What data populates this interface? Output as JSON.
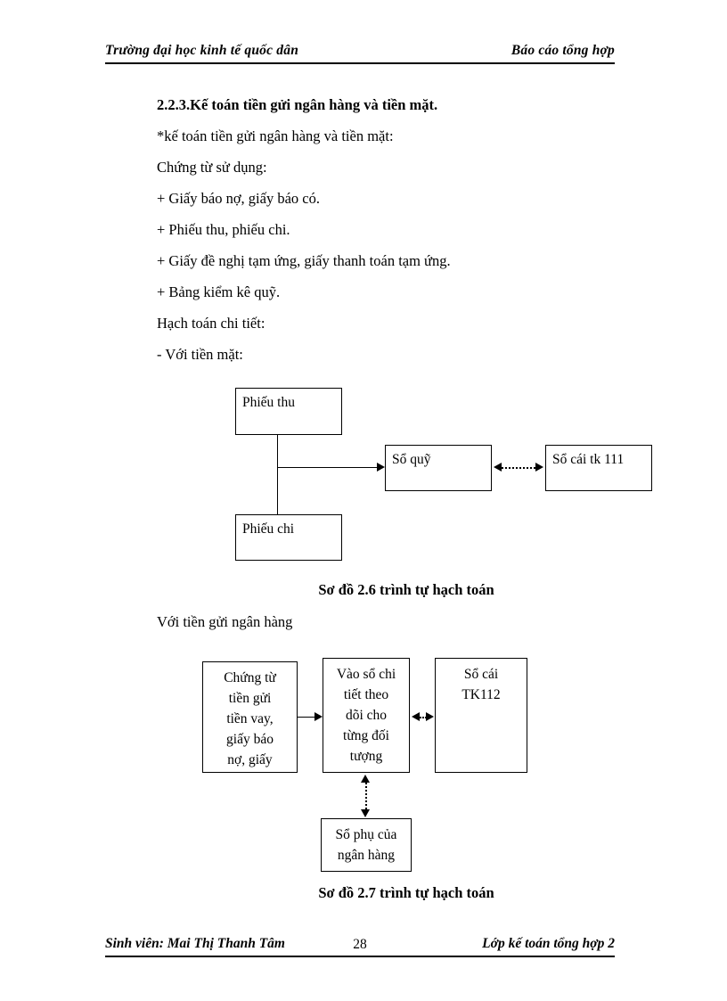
{
  "header": {
    "left": "Trường đại học kinh tế quốc dân",
    "right": "Báo cáo tổng hợp"
  },
  "body": {
    "lines": [
      "2.2.3.Kế toán tiền gửi ngân hàng và tiền mặt.",
      "*kế toán tiền gửi ngân hàng và tiền mặt:",
      "Chứng từ sử dụng:",
      "+ Giấy báo nợ, giấy báo có.",
      "+ Phiếu thu, phiếu chi.",
      "+ Giấy đề nghị tạm ứng, giấy thanh toán tạm ứng.",
      "+ Bảng kiểm kê quỹ.",
      "Hạch toán chi tiết:",
      "- Với tiền mặt:"
    ]
  },
  "diagram1": {
    "caption": "Sơ đồ 2.6 trình tự hạch toán",
    "boxes": {
      "receipt": "Phiếu thu",
      "payment": "Phiếu chi",
      "cashbook": "Sổ quỹ",
      "ledger": "Sổ cái tk 111"
    }
  },
  "intertext": "Với tiền gửi ngân hàng",
  "diagram2": {
    "caption": "Sơ đồ 2.7 trình tự hạch toán",
    "boxes": {
      "documents": "Chứng từ\ntiền gửi\ntiền vay,\ngiấy báo\nnợ, giấy",
      "detailbook": "Vào sổ chi\ntiết theo\ndõi cho\ntừng đối\ntượng",
      "ledger": "Sổ cái\nTK112",
      "bankstatement": "Sổ phụ của\nngân hàng"
    }
  },
  "footer": {
    "left": "Sinh viên: Mai Thị Thanh Tâm",
    "page": "28",
    "right": "Lớp kế toán tổng hợp 2"
  }
}
